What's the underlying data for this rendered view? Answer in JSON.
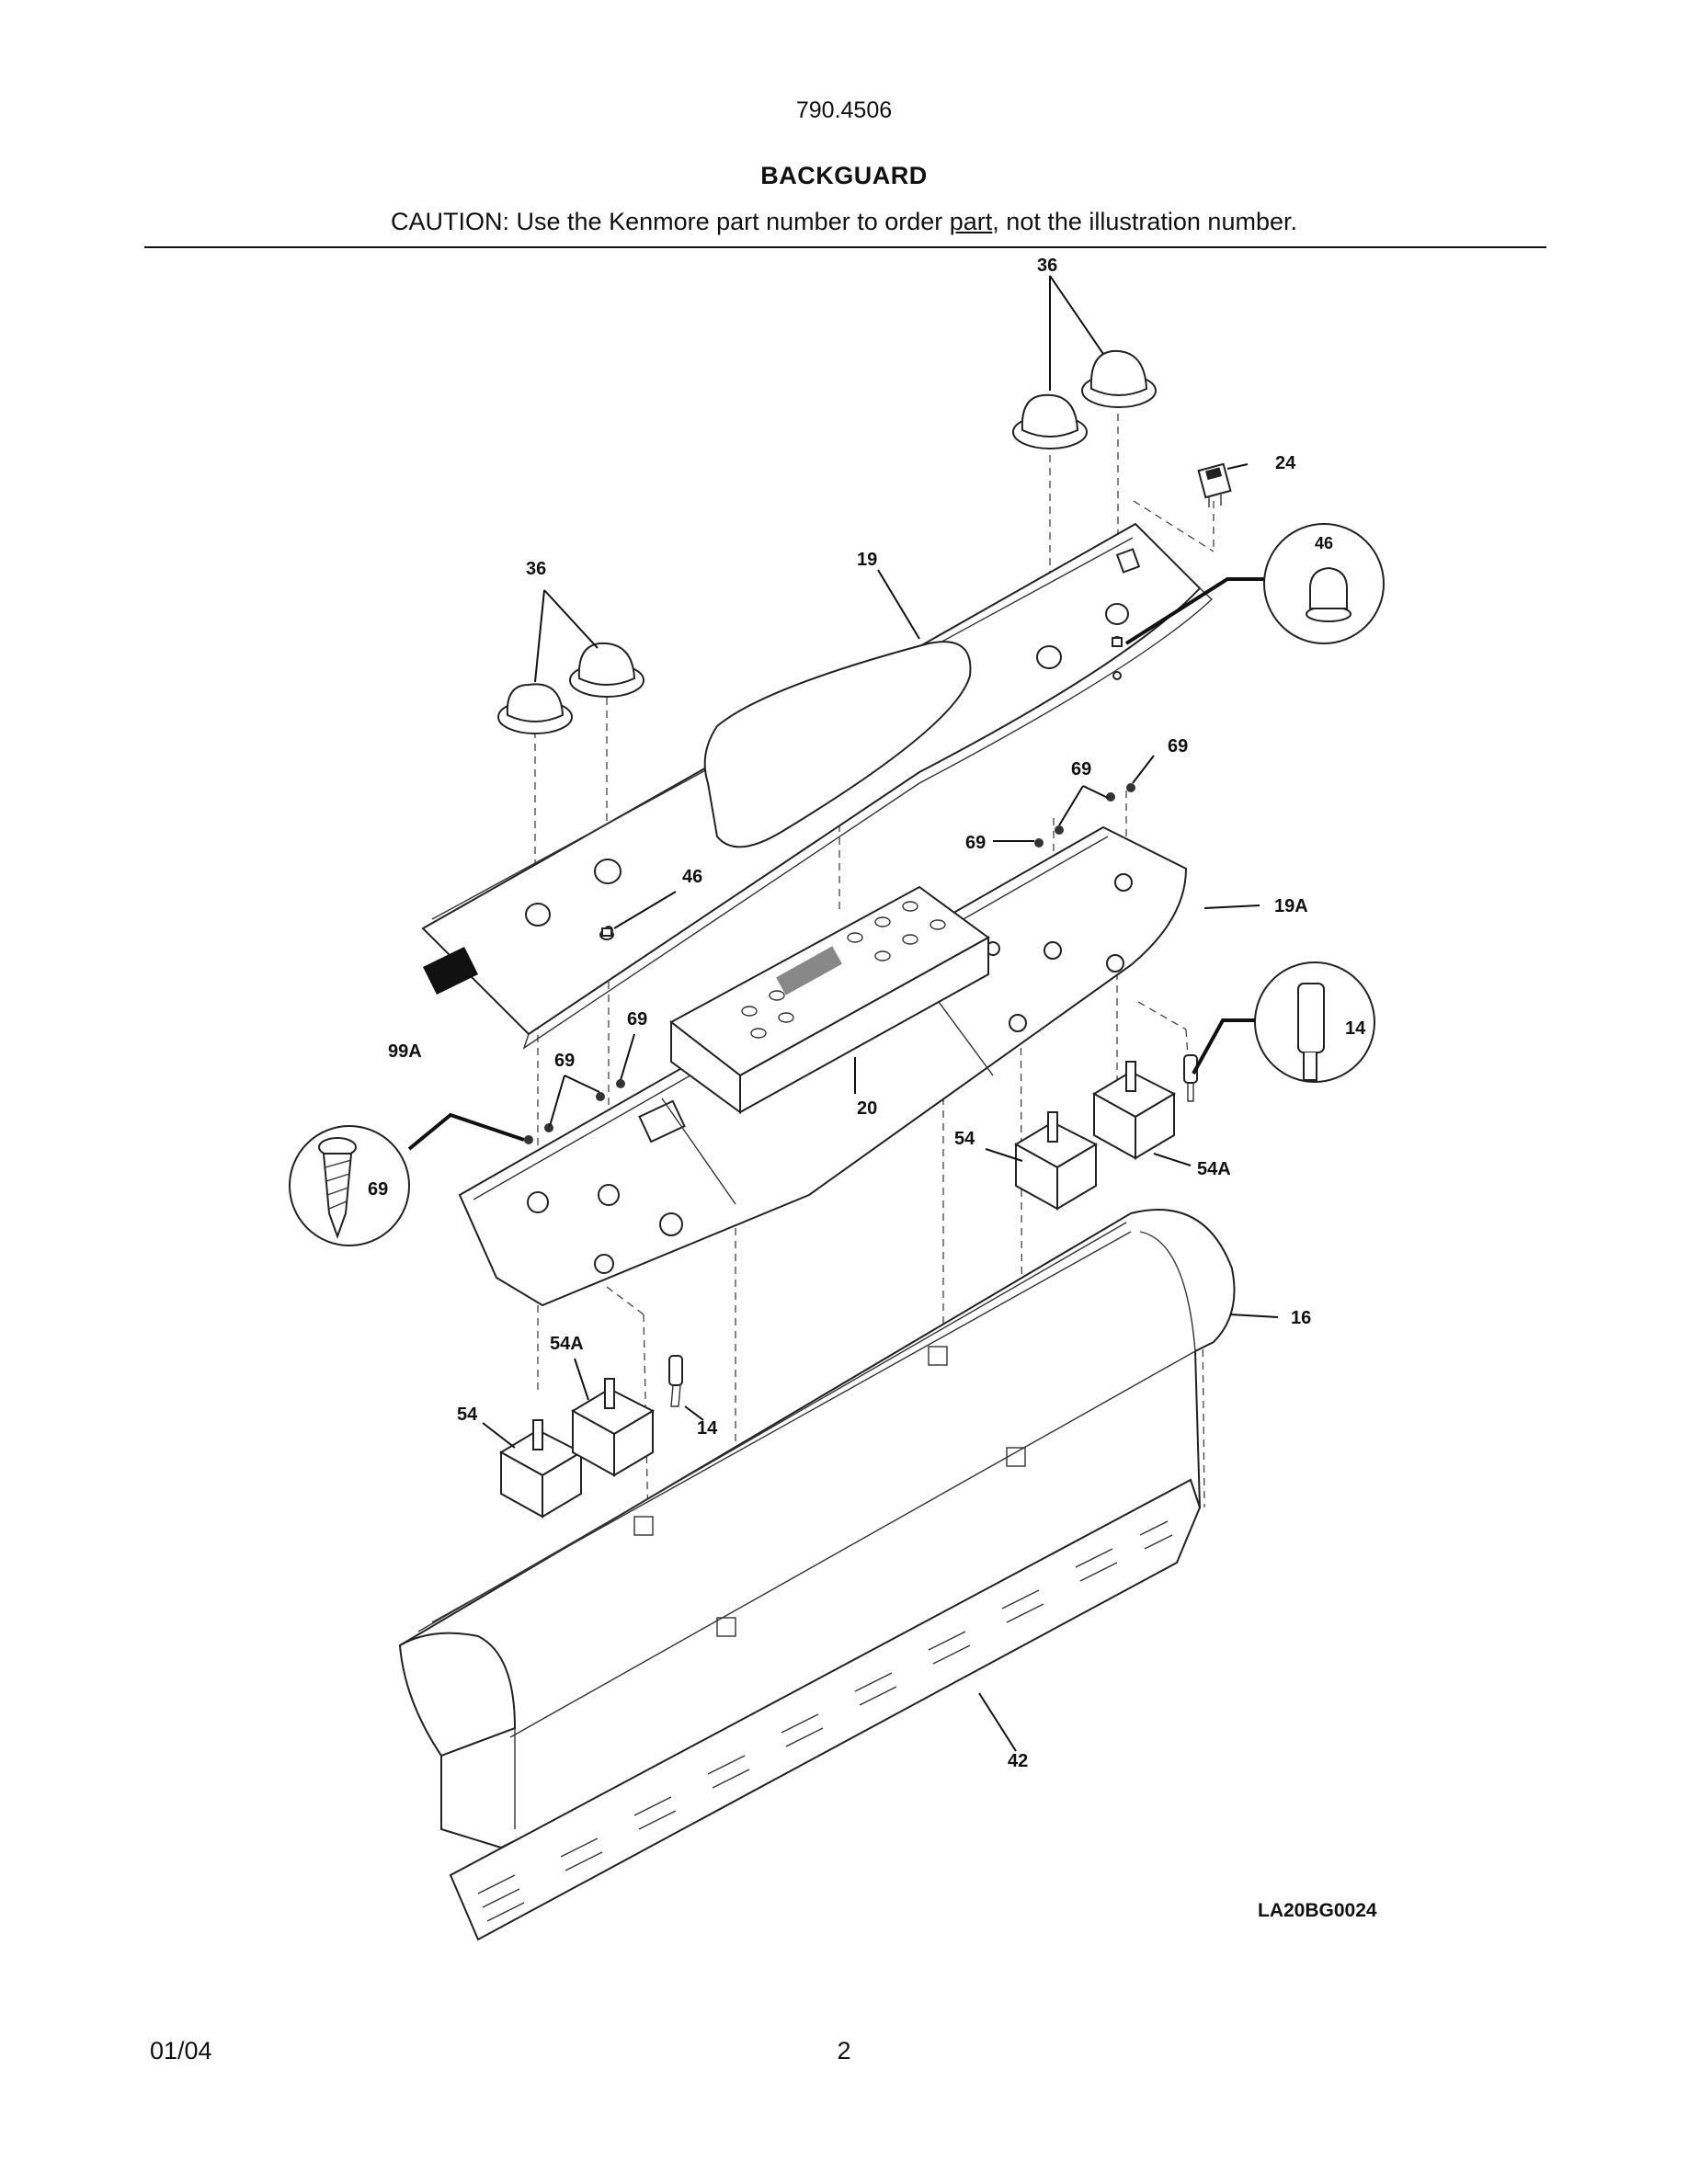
{
  "header": {
    "model_number": "790.4506",
    "section_title": "BACKGUARD",
    "caution_prefix": "CAUTION: Use the Kenmore part number to order ",
    "caution_underlined": "part",
    "caution_suffix": ", not the illustration number."
  },
  "diagram": {
    "callouts": {
      "c36_right": "36",
      "c24": "24",
      "c46_circle": "46",
      "c36_left": "36",
      "c19": "19",
      "c69_a": "69",
      "c69_b": "69",
      "c69_c": "69",
      "c46": "46",
      "c19A": "19A",
      "c14_circle": "14",
      "c99A": "99A",
      "c69_d": "69",
      "c69_e": "69",
      "c20": "20",
      "c54_right": "54",
      "c54A_right": "54A",
      "c69_circle": "69",
      "c16": "16",
      "c54A_left": "54A",
      "c14": "14",
      "c54_left": "54",
      "c42": "42"
    },
    "drawing_id": "LA20BG0024"
  },
  "footer": {
    "date": "01/04",
    "page_number": "2"
  }
}
